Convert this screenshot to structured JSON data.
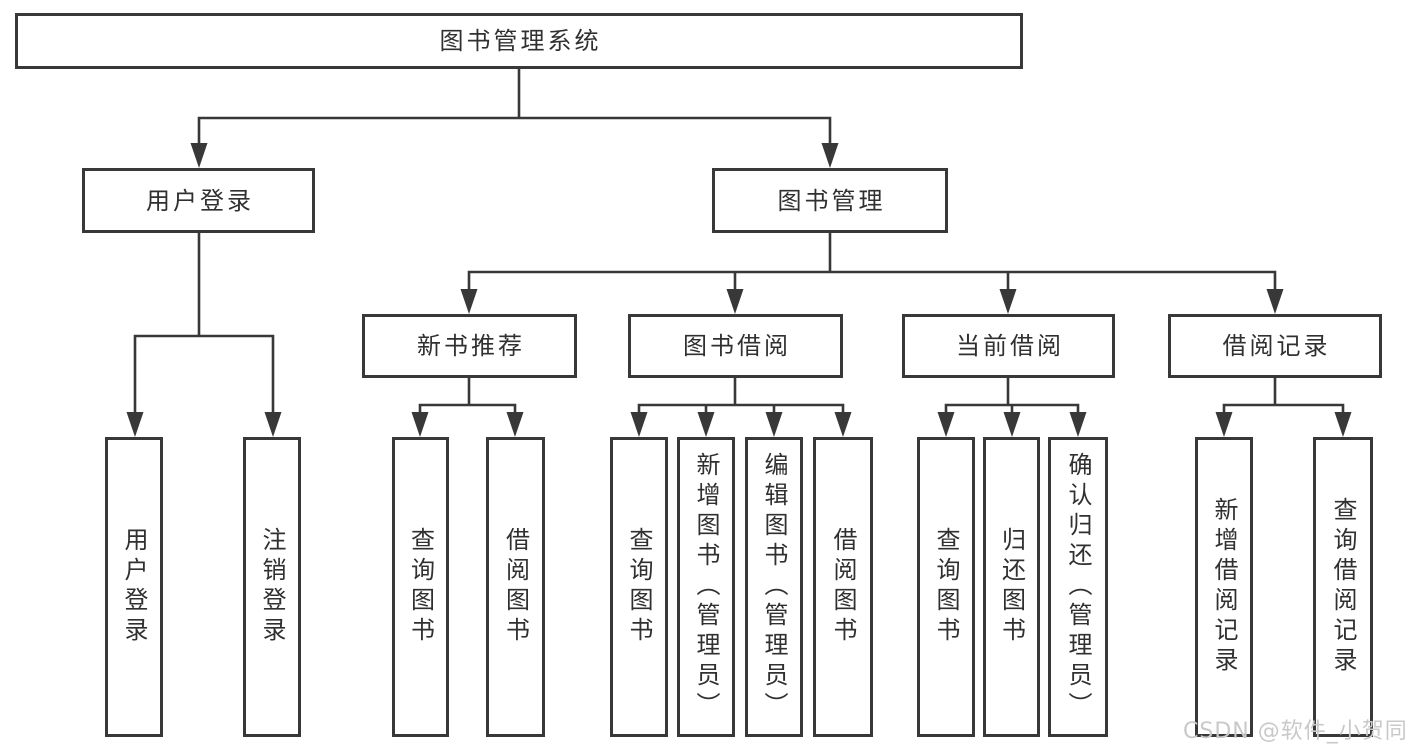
{
  "tree": {
    "root": {
      "label": "图书管理系统"
    },
    "level2": [
      {
        "id": "user-login",
        "label": "用户登录"
      },
      {
        "id": "book-management",
        "label": "图书管理"
      }
    ],
    "level3": [
      {
        "id": "new-book-recommend",
        "label": "新书推荐"
      },
      {
        "id": "book-borrow",
        "label": "图书借阅"
      },
      {
        "id": "current-borrow",
        "label": "当前借阅"
      },
      {
        "id": "borrow-records",
        "label": "借阅记录"
      }
    ],
    "leaves": {
      "user_login": [
        {
          "label": "用户登录"
        },
        {
          "label": "注销登录"
        }
      ],
      "new_book_recommend": [
        {
          "label": "查询图书"
        },
        {
          "label": "借阅图书"
        }
      ],
      "book_borrow": [
        {
          "label": "查询图书"
        },
        {
          "label": "新增图书（管理员）"
        },
        {
          "label": "编辑图书（管理员）"
        },
        {
          "label": "借阅图书"
        }
      ],
      "current_borrow": [
        {
          "label": "查询图书"
        },
        {
          "label": "归还图书"
        },
        {
          "label": "确认归还（管理员）"
        }
      ],
      "borrow_records": [
        {
          "label": "新增借阅记录"
        },
        {
          "label": "查询借阅记录"
        }
      ]
    }
  },
  "watermark": "CSDN @软件_小贺同学",
  "colors": {
    "line": "#383838",
    "text": "#303030",
    "box_bg": "#ffffff",
    "watermark": "#c9c9c9"
  }
}
